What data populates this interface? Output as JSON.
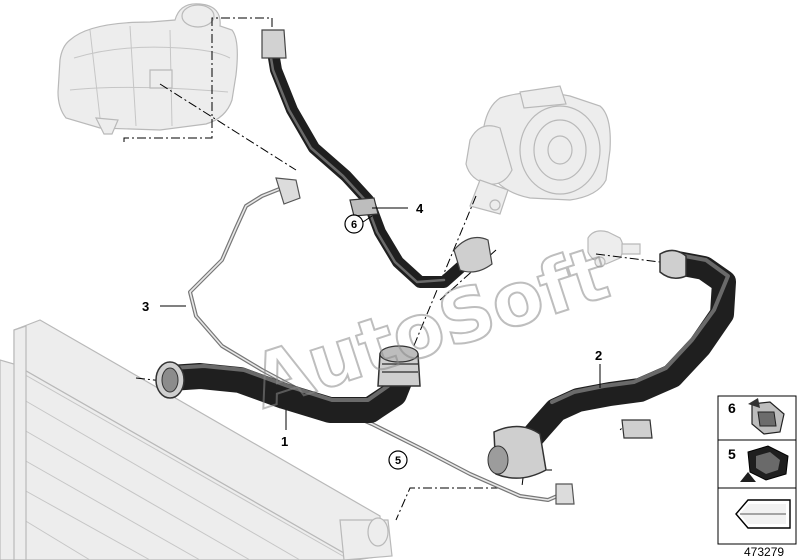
{
  "diagram": {
    "reference_number": "473279",
    "watermark": "AutoSoft",
    "callouts": [
      {
        "id": "1",
        "label": "1"
      },
      {
        "id": "2",
        "label": "2"
      },
      {
        "id": "3",
        "label": "3"
      },
      {
        "id": "4",
        "label": "4"
      }
    ],
    "circled_callouts": [
      {
        "id": "6",
        "label": "6"
      },
      {
        "id": "5",
        "label": "5"
      }
    ],
    "legend": [
      {
        "label": "6",
        "icon": "hose-clamp-icon"
      },
      {
        "label": "5",
        "icon": "clip-icon"
      },
      {
        "label": "",
        "icon": "arrow-icon"
      }
    ],
    "colors": {
      "hose": "#1f1f1f",
      "hose_highlight": "#6a6a6a",
      "ghost_part": "#ededed",
      "line": "#000000"
    }
  }
}
